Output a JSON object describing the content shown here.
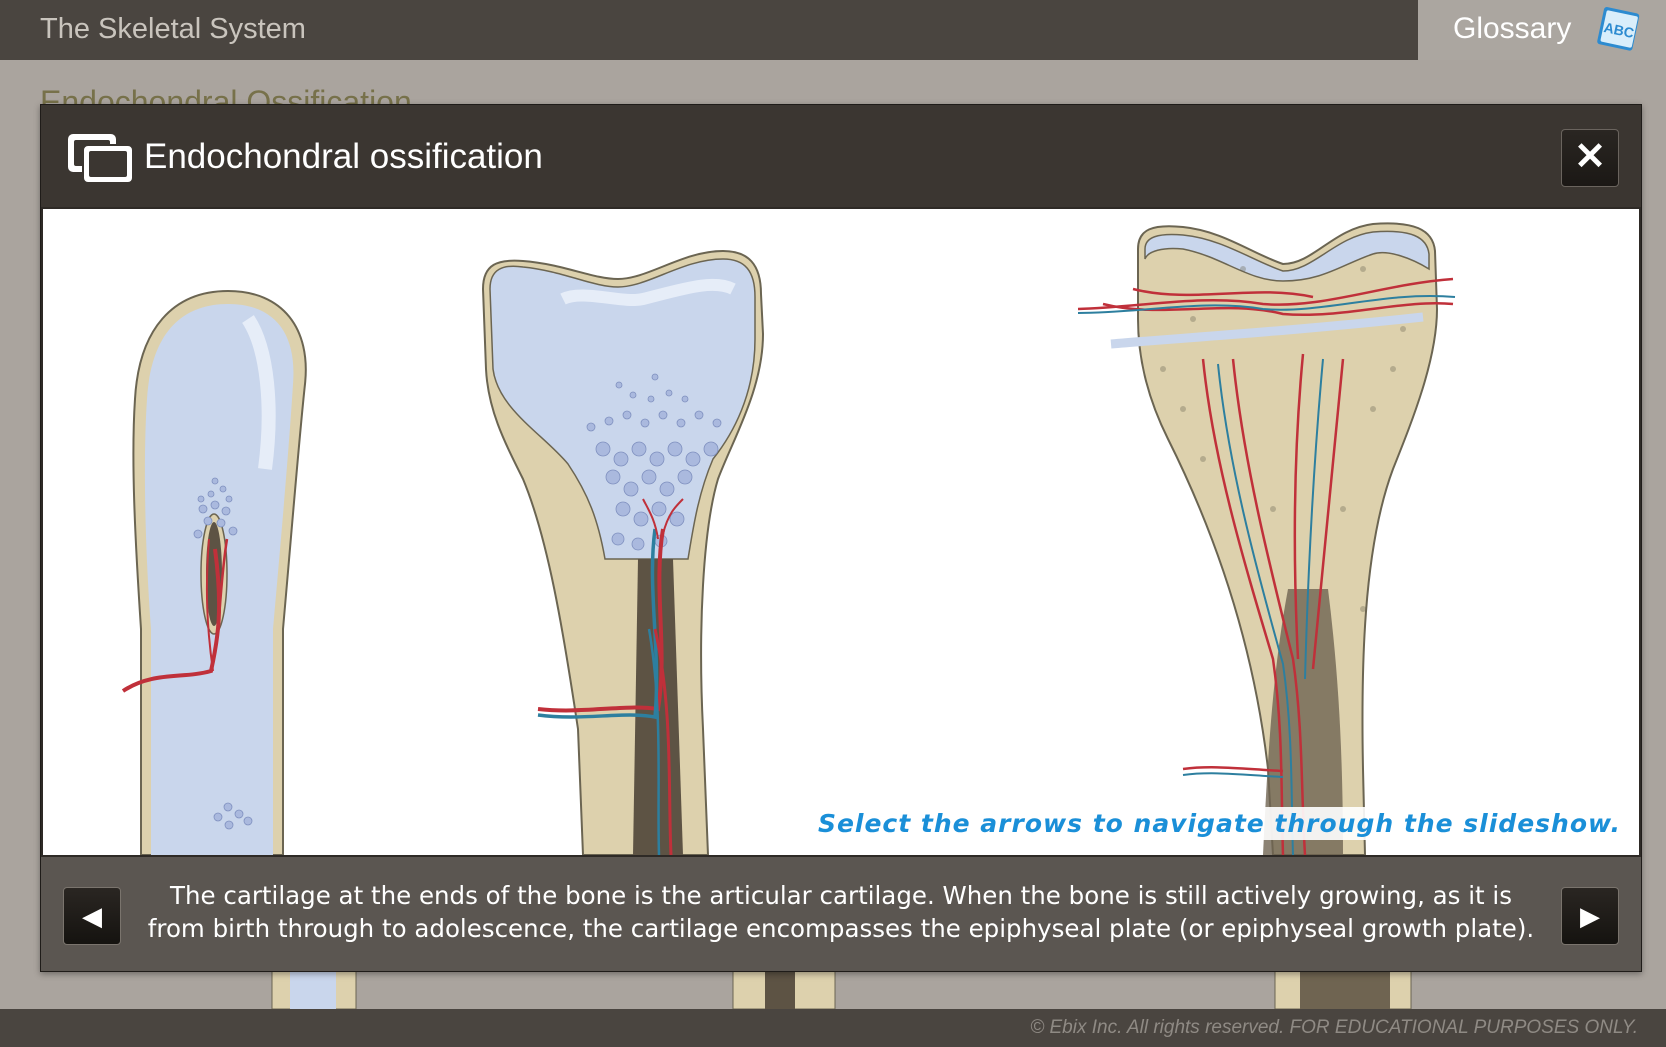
{
  "app": {
    "title": "The Skeletal System",
    "glossary_label": "Glossary",
    "glossary_icon": "abc-book-icon",
    "page_heading": "Endochondral Ossification"
  },
  "modal": {
    "icon": "slideshow-icon",
    "title": "Endochondral ossification",
    "close_label": "✕",
    "hint": "Select the arrows to navigate through the slideshow.",
    "caption": "The cartilage at the ends of the bone is the articular cartilage. When the bone is still actively growing, as it is from birth through to adolescence, the cartilage encompasses the epiphyseal plate (or epiphyseal growth plate).",
    "prev_label": "◀",
    "next_label": "▶"
  },
  "footer": {
    "copyright": "© Ebix Inc. All rights reserved. FOR EDUCATIONAL PURPOSES ONLY."
  },
  "colors": {
    "cartilage": "#c9d6ec",
    "bone": "#ddd1ad",
    "artery": "#c0303a",
    "vein": "#2d7f9f",
    "hint": "#1a8fd8"
  }
}
